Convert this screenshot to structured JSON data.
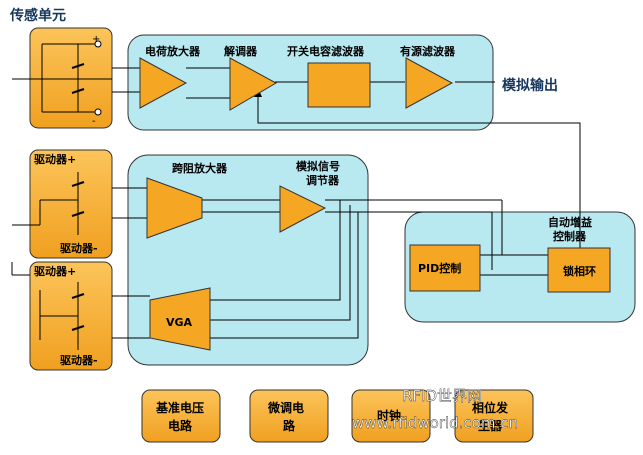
{
  "title": "传感单元",
  "blocks": {
    "charge_amp": "电荷放大器",
    "demodulator": "解调器",
    "sc_filter": "开关电容滤波器",
    "active_filter": "有源滤波器",
    "analog_output": "模拟输出",
    "tia": "跨阻放大器",
    "analog_signal_conditioner_line1": "模拟信号",
    "analog_signal_conditioner_line2": "调节器",
    "agc_line1": "自动增益",
    "agc_line2": "控制器",
    "pid": "PID控制",
    "pll": "锁相环",
    "vga": "VGA"
  },
  "drivers": {
    "driver_plus": "驱动器+",
    "driver_minus": "驱动器-"
  },
  "bottom": {
    "ref_line1": "基准电压",
    "ref_line2": "电路",
    "trim_line1": "微调电",
    "trim_line2": "路",
    "clock": "时钟",
    "phase_line1": "相位发",
    "phase_line2": "生器"
  },
  "watermark": {
    "line1": "RFID世界网",
    "line2": "www.rfidworld.com.cn"
  },
  "colors": {
    "orange": "#f5a623",
    "panel": "#b8e8f0",
    "line": "#000000",
    "title": "#17365d"
  }
}
